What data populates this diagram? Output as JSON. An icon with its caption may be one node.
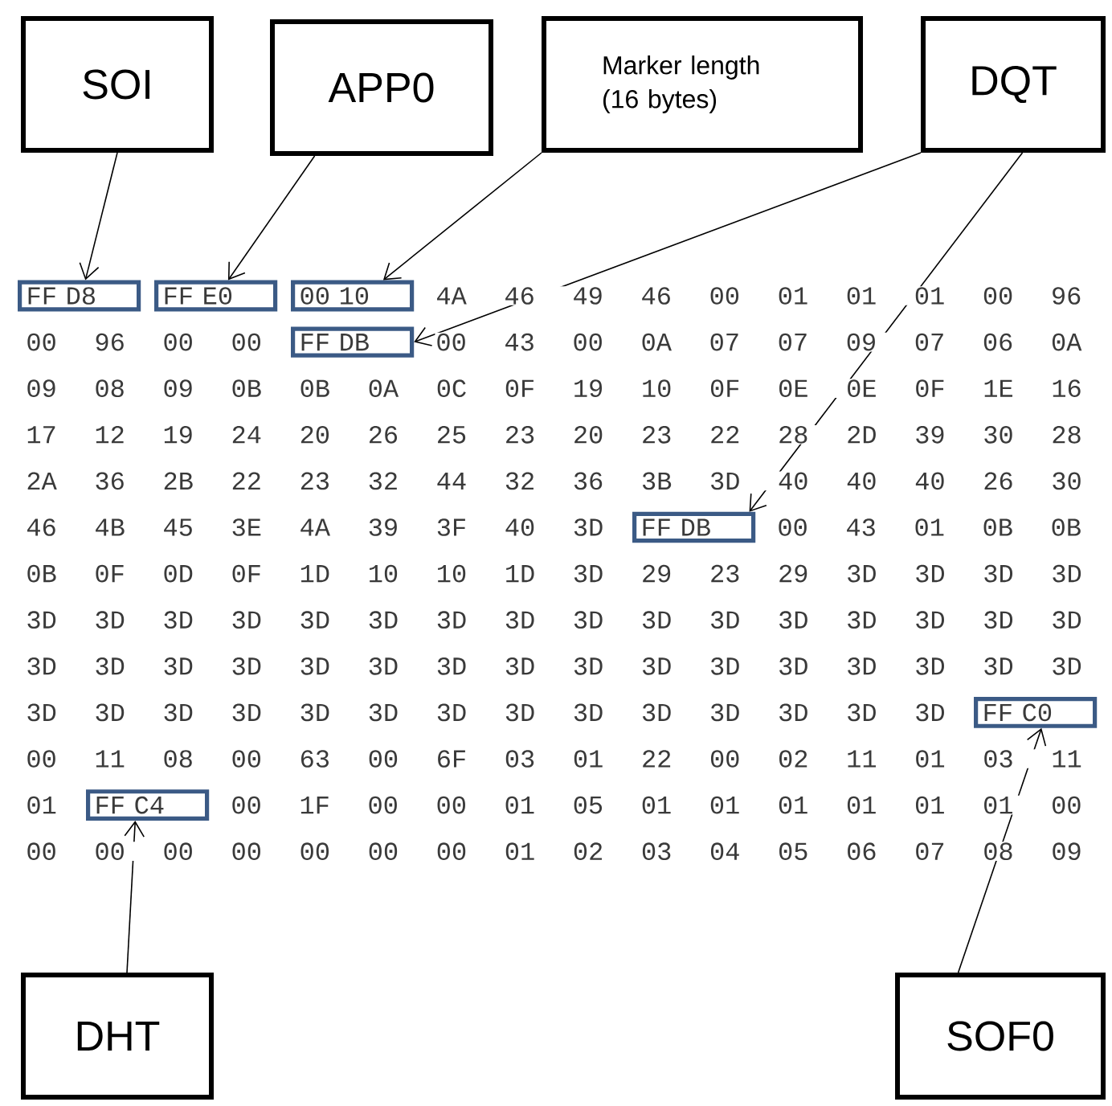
{
  "diagram": {
    "nodes": [
      {
        "text": [
          "SOI"
        ]
      },
      {
        "text": [
          "APP0"
        ]
      },
      {
        "text": [
          "Marker length (16 bytes)"
        ]
      },
      {
        "text": [
          "DQT"
        ]
      },
      {
        "text": [
          "FF D8"
        ]
      },
      {
        "text": [
          "FF E0"
        ]
      },
      {
        "text": [
          "00 10"
        ]
      },
      {
        "text": [
          "FF DB"
        ]
      },
      {
        "text": [
          "FF DB"
        ]
      },
      {
        "text": [
          "FF C0"
        ]
      },
      {
        "text": [
          "FF C4"
        ]
      },
      {
        "text": [
          "DHT"
        ]
      },
      {
        "text": [
          "SOF0"
        ]
      }
    ],
    "edges": [
      {
        "from": 0,
        "to": 4,
        "arrow": "to"
      },
      {
        "from": 1,
        "to": 5,
        "arrow": "to"
      },
      {
        "from": 2,
        "to": 6,
        "arrow": "to"
      },
      {
        "from": 3,
        "to": 7,
        "arrow": "to"
      },
      {
        "from": 3,
        "to": 8,
        "arrow": "to"
      },
      {
        "from": 11,
        "to": 10,
        "arrow": "to"
      },
      {
        "from": 12,
        "to": 9,
        "arrow": "to"
      }
    ],
    "labels": [
      "4A 46 49 46 00 01 01 01 00 96",
      "00 96 00 00",
      "00 43 00 0A 07 07 09 07 06 0A",
      "09 08 09 0B 0B 0A 0C 0F 19 10 0F 0E 0E 0F 1E 16",
      "17 12 19 24 20 26 25 23 20 23 22 28 2D 39 30 28",
      "2A 36 2B 22 23 32 44 32 36 3B 3D 40 40 40 26 30",
      "46 4B 45 3E 4A 39 3F 40 3D",
      "00 43 01 0B 0B",
      "0B 0F 0D 0F 1D 10 10 1D 3D 29 23 29 3D 3D 3D 3D",
      "3D 3D 3D 3D 3D 3D 3D 3D 3D 3D 3D 3D 3D 3D 3D 3D",
      "3D 3D 3D 3D 3D 3D 3D 3D 3D 3D 3D 3D 3D 3D 3D 3D",
      "3D 3D 3D 3D 3D 3D 3D 3D 3D 3D 3D 3D 3D 3D",
      "00 11 08 00 63 00 6F 03 01 22 00 02 11 01 03 11",
      "01",
      "00 1F 00 00 01 05 01 01 01 01 01 01 00",
      "00 00 00 00 00 00 00 01 02 03 04 05 06 07 08 09"
    ]
  }
}
